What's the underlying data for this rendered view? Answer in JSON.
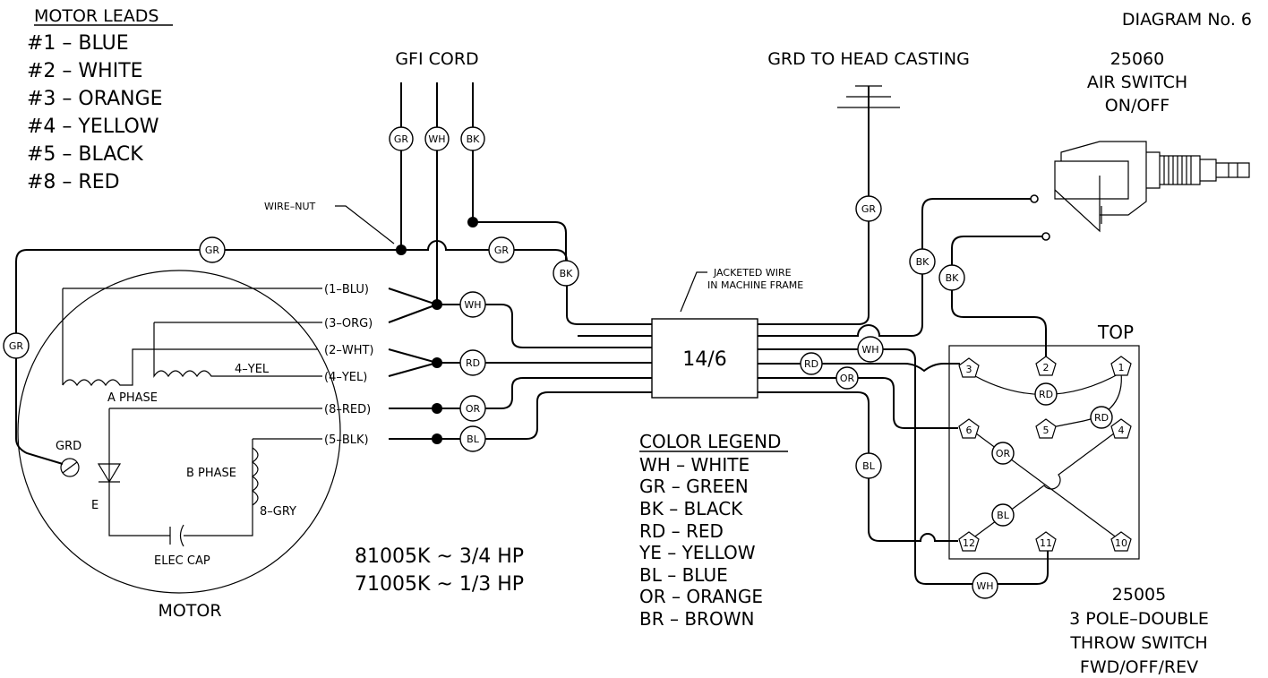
{
  "diagram_number": "DIAGRAM No. 6",
  "motor_leads": {
    "title": "MOTOR LEADS",
    "items": [
      "#1 – BLUE",
      "#2 – WHITE",
      "#3 – ORANGE",
      "#4 – YELLOW",
      "#5 – BLACK",
      "#8 – RED"
    ]
  },
  "gfi_cord": {
    "title": "GFI CORD",
    "wires": [
      "GR",
      "WH",
      "BK"
    ]
  },
  "ground": {
    "title": "GRD TO HEAD CASTING",
    "wire": "GR"
  },
  "air_switch": {
    "part": "25060",
    "name": "AIR SWITCH",
    "function": "ON/OFF"
  },
  "wire_nut_label": "WIRE–NUT",
  "jacketed_wire": {
    "line1": "JACKETED WIRE",
    "line2": "IN MACHINE FRAME"
  },
  "cable_label": "14/6",
  "motor_terminals": [
    "(1–BLU)",
    "(3–ORG)",
    "(2–WHT)",
    "(4–YEL)",
    "(8–RED)",
    "(5–BLK)"
  ],
  "wire_tags": {
    "gr_left": "GR",
    "gr_mid": "GR",
    "gr_vertical": "GR",
    "wh": "WH",
    "rd": "RD",
    "or": "OR",
    "bl": "BL",
    "bk_left": "BK",
    "bk_right1": "BK",
    "bk_right2": "BK",
    "cable_wh": "WH",
    "cable_rd": "RD",
    "cable_or": "OR",
    "cable_bl": "BL",
    "sw_rd1": "RD",
    "sw_rd2": "RD",
    "sw_or": "OR",
    "sw_bl": "BL",
    "sw_wh": "WH"
  },
  "motor": {
    "label": "MOTOR",
    "a_phase": "A PHASE",
    "b_phase": "B PHASE",
    "yel_label": "4–YEL",
    "gry_label": "8–GRY",
    "grd": "GRD",
    "e_label": "E",
    "elec_cap": "ELEC CAP"
  },
  "models": [
    "81005K ~ 3/4 HP",
    "71005K ~ 1/3 HP"
  ],
  "color_legend": {
    "title": "COLOR LEGEND",
    "items": [
      "WH – WHITE",
      "GR – GREEN",
      "BK – BLACK",
      "RD – RED",
      "YE – YELLOW",
      "BL – BLUE",
      "OR – ORANGE",
      "BR – BROWN"
    ]
  },
  "switch": {
    "top_label": "TOP",
    "terminals": [
      "1",
      "2",
      "3",
      "4",
      "5",
      "6",
      "10",
      "11",
      "12"
    ],
    "part": "25005",
    "line1": "3 POLE–DOUBLE",
    "line2": "THROW SWITCH",
    "function": "FWD/OFF/REV"
  }
}
